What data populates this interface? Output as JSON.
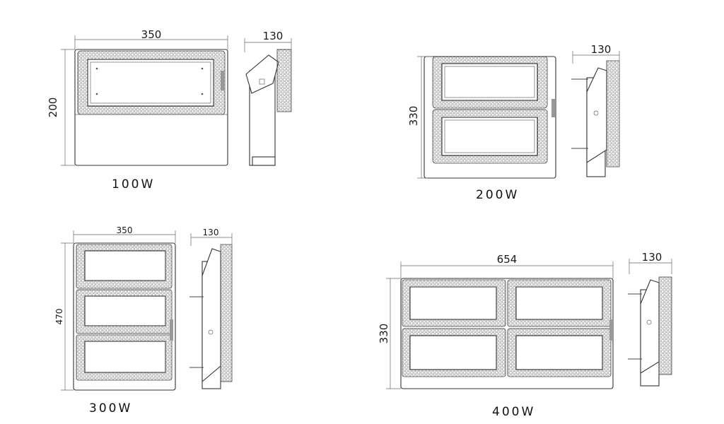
{
  "units": [
    {
      "id": "100w",
      "wattage": "100W",
      "width": "350",
      "height": "200",
      "depth": "130"
    },
    {
      "id": "200w",
      "wattage": "200W",
      "height": "330",
      "depth": "130"
    },
    {
      "id": "300w",
      "wattage": "300W",
      "width": "350",
      "height": "470",
      "depth": "130"
    },
    {
      "id": "400w",
      "wattage": "400W",
      "width": "654",
      "height": "330",
      "depth": "130"
    }
  ]
}
